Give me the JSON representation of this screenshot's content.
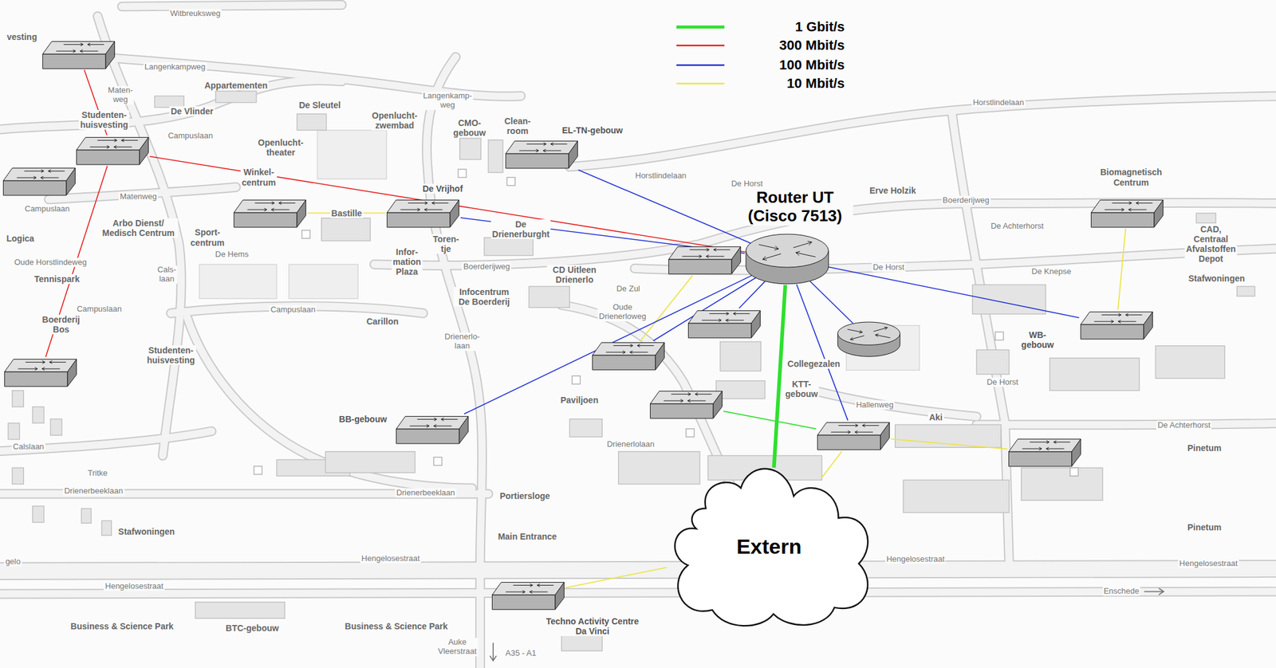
{
  "diagram": {
    "nodes": [
      {
        "text": []
      },
      {
        "text": []
      },
      {
        "text": [
          "EL-TN-gebouw"
        ]
      },
      {
        "text": []
      },
      {
        "text": []
      },
      {
        "text": [
          "De Vrijhof"
        ]
      },
      {
        "text": []
      },
      {
        "text": [
          "Router UT (Cisco 7513)"
        ]
      },
      {
        "text": []
      },
      {
        "text": [
          "WB- gebouw"
        ]
      },
      {
        "text": []
      },
      {
        "text": []
      },
      {
        "text": []
      },
      {
        "text": []
      },
      {
        "text": []
      },
      {
        "text": [
          "BB-gebouw"
        ]
      },
      {
        "text": []
      },
      {
        "text": []
      },
      {
        "text": [
          "Extern"
        ]
      },
      {
        "text": [
          "Techno Activity Centre Da Vinci"
        ]
      }
    ],
    "edges": [
      {
        "from": 0,
        "to": 1,
        "arrow": "none"
      },
      {
        "from": 1,
        "to": 3,
        "arrow": "none"
      },
      {
        "from": 1,
        "to": 13,
        "arrow": "none"
      },
      {
        "from": 1,
        "to": 7,
        "arrow": "none"
      },
      {
        "from": 4,
        "to": 5,
        "label": "Bastille",
        "arrow": "none"
      },
      {
        "from": 5,
        "to": 7,
        "arrow": "none"
      },
      {
        "from": 2,
        "to": 7,
        "arrow": "none"
      },
      {
        "from": 7,
        "to": 10,
        "arrow": "none"
      },
      {
        "from": 7,
        "to": 12,
        "arrow": "none"
      },
      {
        "from": 12,
        "to": 8,
        "arrow": "none"
      },
      {
        "from": 7,
        "to": 15,
        "arrow": "none"
      },
      {
        "from": 7,
        "to": 11,
        "arrow": "none"
      },
      {
        "from": 7,
        "to": 16,
        "arrow": "none"
      },
      {
        "from": 7,
        "to": 9,
        "arrow": "none"
      },
      {
        "from": 9,
        "to": 6,
        "arrow": "none"
      },
      {
        "from": 7,
        "to": 18,
        "arrow": "none"
      },
      {
        "from": 14,
        "to": 16,
        "arrow": "none"
      },
      {
        "from": 16,
        "to": 17,
        "arrow": "none"
      },
      {
        "from": 16,
        "to": 18,
        "arrow": "none"
      },
      {
        "from": 18,
        "to": 19,
        "arrow": "none"
      }
    ],
    "labels": [
      "Witbreuksweg",
      "vesting",
      "Langenkampweg",
      "Appartementen",
      "Maten- weg",
      "De Vlinder",
      "Studenten- huisvesting",
      "De Sleutel",
      "Openlucht- zwembad",
      "Langenkamp- weg",
      "CMO- gebouw",
      "Clean- room",
      "Campuslaan",
      "Openlucht- theater",
      "Winkel- centrum",
      "Matenweg",
      "Campuslaan",
      "Arbo Dienst/ Medisch Centrum",
      "Sport- centrum",
      "Logica",
      "De Drienerburght",
      "Toren- tje",
      "Infor- mation Plaza",
      "De Hems",
      "Oude Horstlindeweg",
      "Cals- laan",
      "Tennispark",
      "Boerderijweg",
      "CD Uitleen Drienerlo",
      "De Zul",
      "Infocentrum De Boerderij",
      "Campuslaan",
      "Campuslaan",
      "Oude Drienerloweg",
      "Boerderij Bos",
      "Carillon",
      "Drienerlo- laan",
      "Studenten- huisvesting",
      "Paviljoen",
      "Drienerlolaan",
      "Calslaan",
      "Tritke",
      "Drienerbeeklaan",
      "Drienerbeeklaan",
      "Portiersloge",
      "Stafwoningen",
      "Main Entrance",
      "gelo",
      "Hengelosestraat",
      "Hengelosestraat",
      "Hengelosestraat",
      "Hengelosestraat",
      "Business & Science Park",
      "BTC-gebouw",
      "Business & Science Park",
      "Auke Vleerstraat",
      "A35 - A1",
      "Enschede",
      "Pinetum",
      "Pinetum",
      "De Achterhorst",
      "De Achterhorst",
      "De Horst",
      "De Horst",
      "De Horst",
      "Horstlindelaan",
      "Horstlindelaan",
      "Erve Holzik",
      "Boerderijweg",
      "Biomagnetisch Centrum",
      "CAD, Centraal Afvalstoffen Depot",
      "Stafwoningen",
      "De Knepse",
      "Collegezalen",
      "KTT- gebouw",
      "Hallenweg",
      "Aki"
    ],
    "legend": [
      {
        "text": "1 Gbit/s"
      },
      {
        "text": "300 Mbit/s"
      },
      {
        "text": "100 Mbit/s"
      },
      {
        "text": "10 Mbit/s"
      }
    ]
  }
}
